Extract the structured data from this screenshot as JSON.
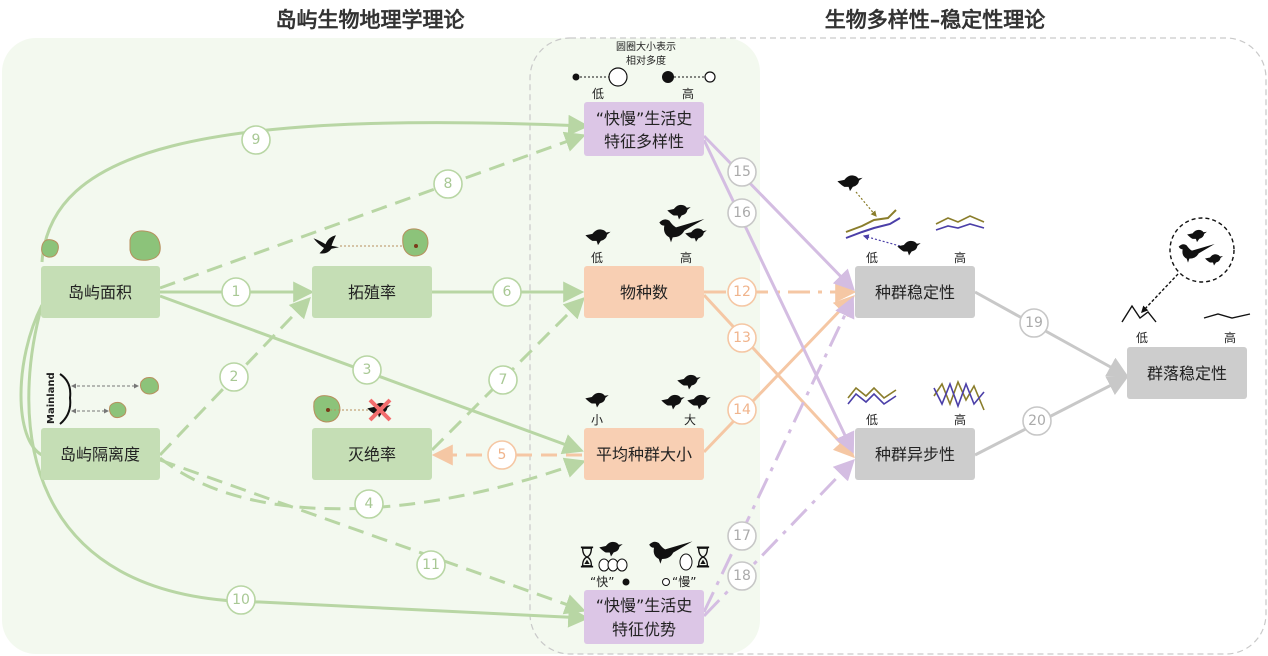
{
  "sections": {
    "left_title": "岛屿生物地理学理论",
    "right_title": "生物多样性–稳定性理论"
  },
  "legend": {
    "circle_size_note_line1": "圆圈大小表示",
    "circle_size_note_line2": "相对多度",
    "low": "低",
    "high": "高"
  },
  "nodes": {
    "island_area": "岛屿面积",
    "island_isolation": "岛屿隔离度",
    "colonization": "拓殖率",
    "extinction": "灭绝率",
    "lh_diversity_line1": "“快慢”生活史",
    "lh_diversity_line2": "特征多样性",
    "species_richness": "物种数",
    "mean_pop_size": "平均种群大小",
    "lh_dominance_line1": "“快慢”生活史",
    "lh_dominance_line2": "特征优势",
    "pop_stability": "种群稳定性",
    "pop_asynchrony": "种群异步性",
    "community_stability": "群落稳定性"
  },
  "icon_labels": {
    "mainland": "Mainland",
    "richness_low": "低",
    "richness_high": "高",
    "size_small": "小",
    "size_large": "大",
    "fast": "“快”",
    "slow": "“慢”",
    "stab_low": "低",
    "stab_high": "高",
    "async_low": "低",
    "async_high": "高",
    "comm_low": "低",
    "comm_high": "高"
  },
  "path_numbers": [
    "1",
    "2",
    "3",
    "4",
    "5",
    "6",
    "7",
    "8",
    "9",
    "10",
    "11",
    "12",
    "13",
    "14",
    "15",
    "16",
    "17",
    "18",
    "19",
    "20"
  ],
  "colors": {
    "green_fill": "#c5deb5",
    "green_line": "#b8d6a4",
    "green_bg": "#f3f9ef",
    "orange_fill": "#f8cfb3",
    "orange_line": "#f5c7a4",
    "purple_fill": "#dcc6e6",
    "purple_line": "#d4bde2",
    "gray_fill": "#cdcdcd",
    "gray_line": "#c8c8c8",
    "x_mark": "#f26d6d"
  }
}
